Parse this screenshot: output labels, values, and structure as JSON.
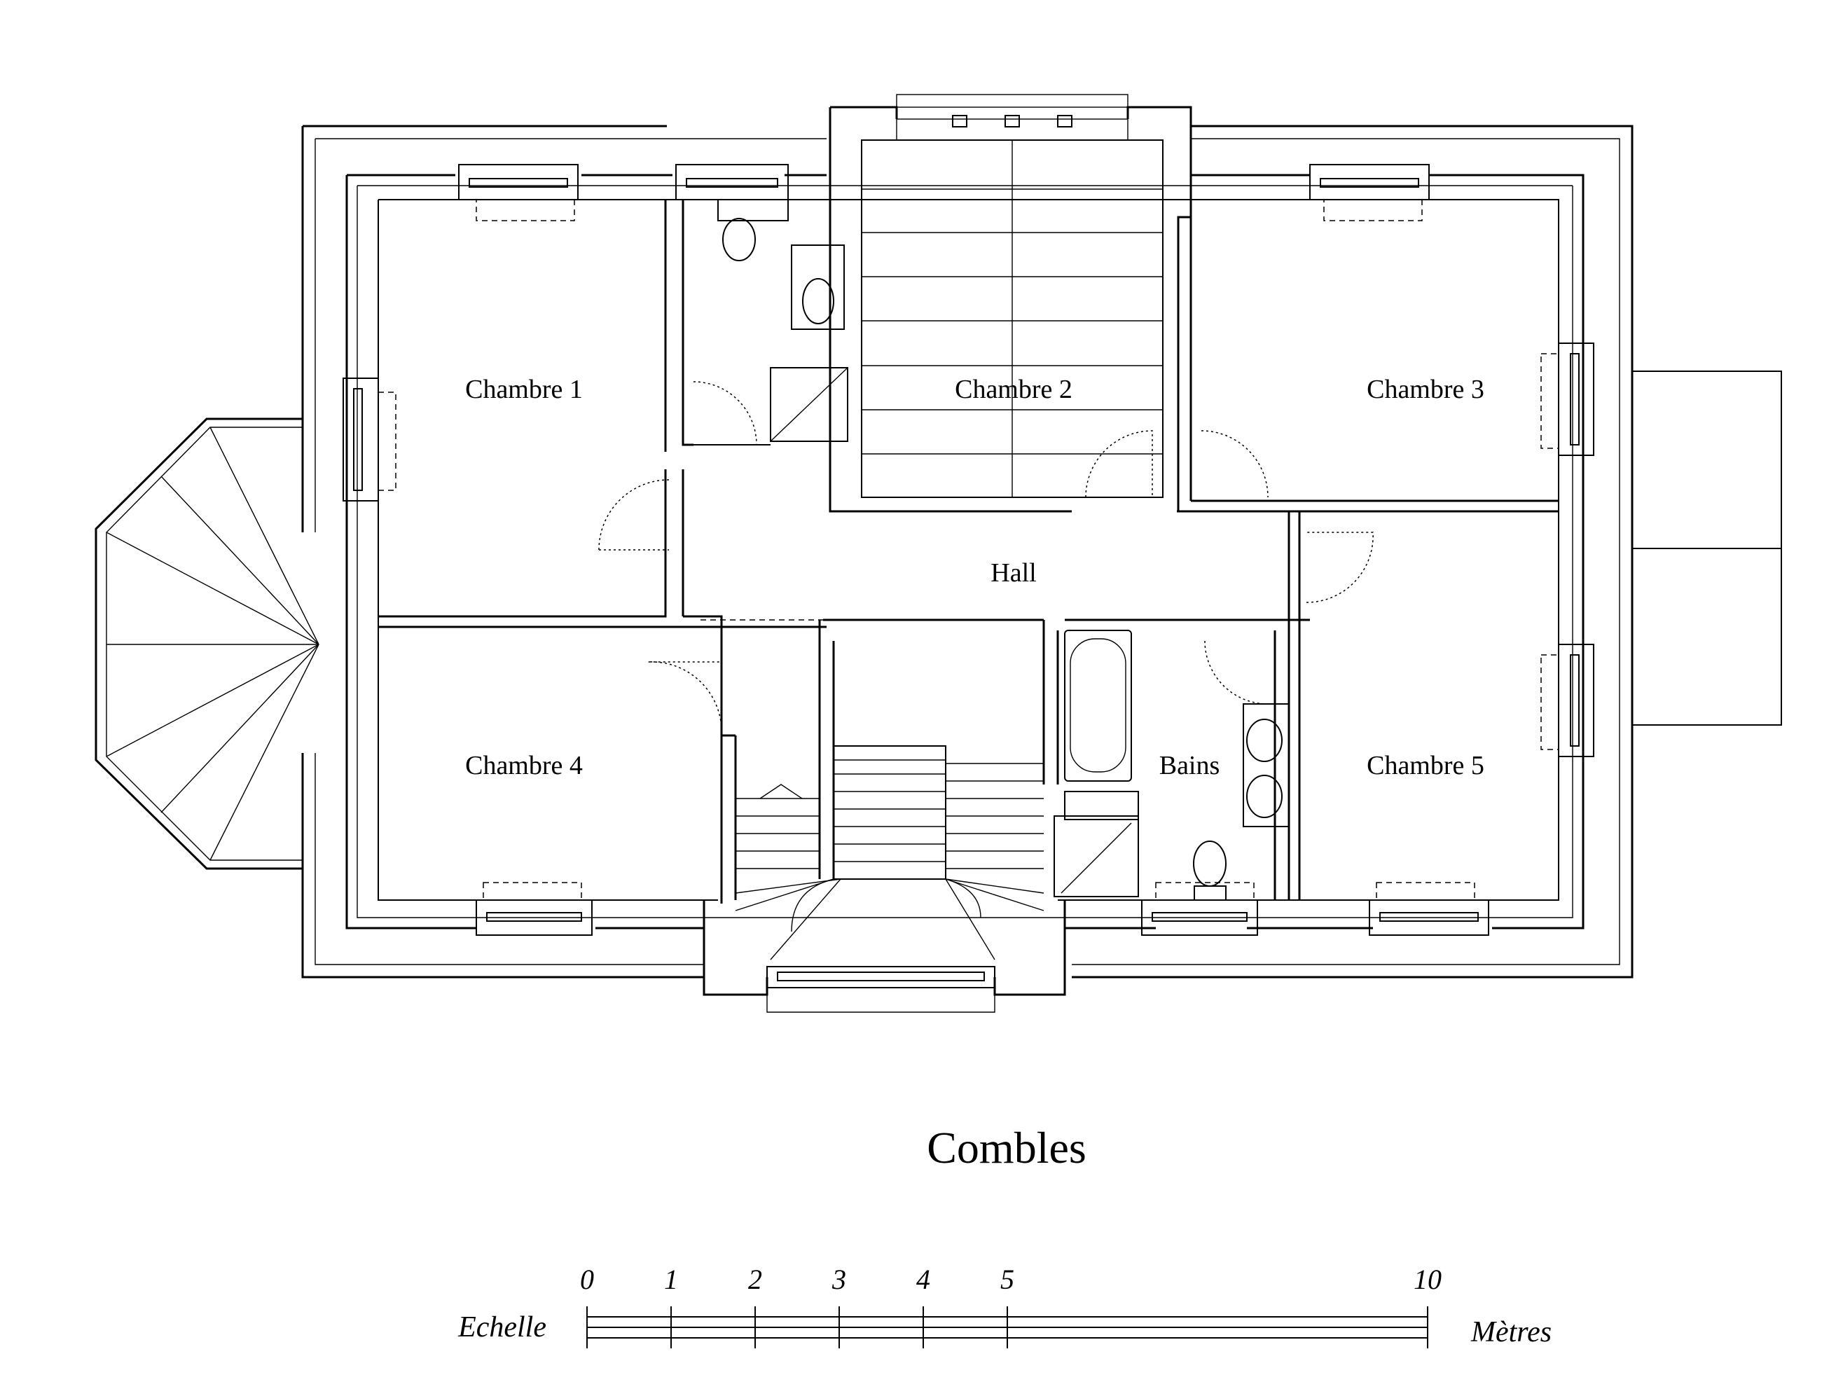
{
  "title": "Combles",
  "rooms": {
    "chambre1": "Chambre 1",
    "chambre2": "Chambre 2",
    "chambre3": "Chambre 3",
    "chambre4": "Chambre 4",
    "chambre5": "Chambre 5",
    "hall": "Hall",
    "bains": "Bains"
  },
  "scale": {
    "label": "Echelle",
    "unit": "Mètres",
    "ticks": [
      "0",
      "1",
      "2",
      "3",
      "4",
      "5",
      "10"
    ]
  }
}
